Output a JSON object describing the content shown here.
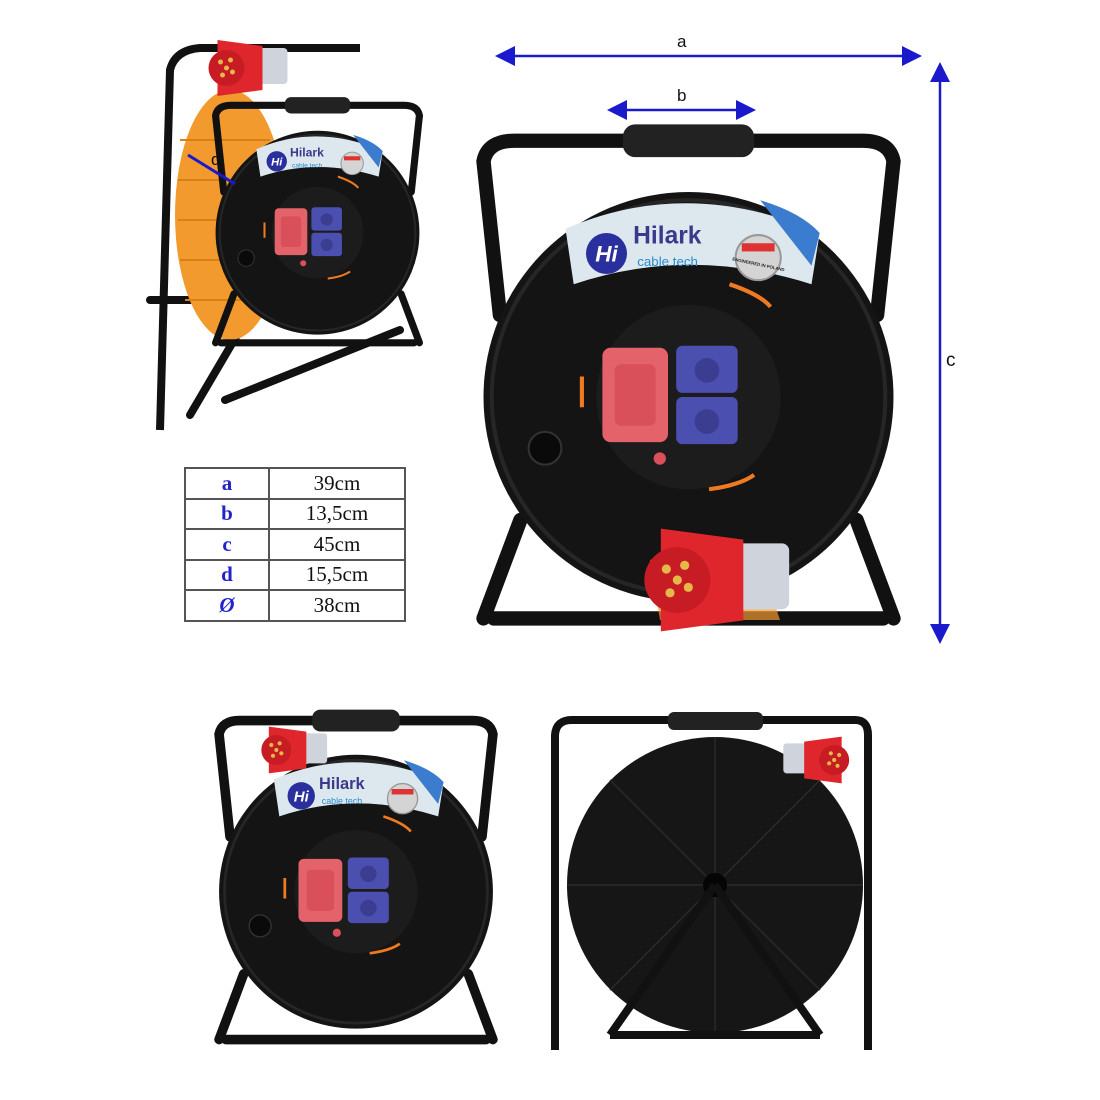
{
  "brand": {
    "name": "Hilark",
    "tagline": "cable tech",
    "logo_letters": "Hi",
    "badge": "ENGINEERED IN POLAND"
  },
  "dimensions": {
    "a": "a",
    "b": "b",
    "c": "c",
    "d": "d"
  },
  "spec_table": [
    {
      "key": "a",
      "value": "39cm"
    },
    {
      "key": "b",
      "value": "13,5cm"
    },
    {
      "key": "c",
      "value": "45cm"
    },
    {
      "key": "d",
      "value": "15,5cm"
    },
    {
      "key": "Ø",
      "value": "38cm"
    }
  ],
  "colors": {
    "dimension_line": "#1a1acc",
    "reel": "#111111",
    "cable": "#f29a2e",
    "red_socket": "#e4636b",
    "blue_socket": "#4a4fb0"
  }
}
